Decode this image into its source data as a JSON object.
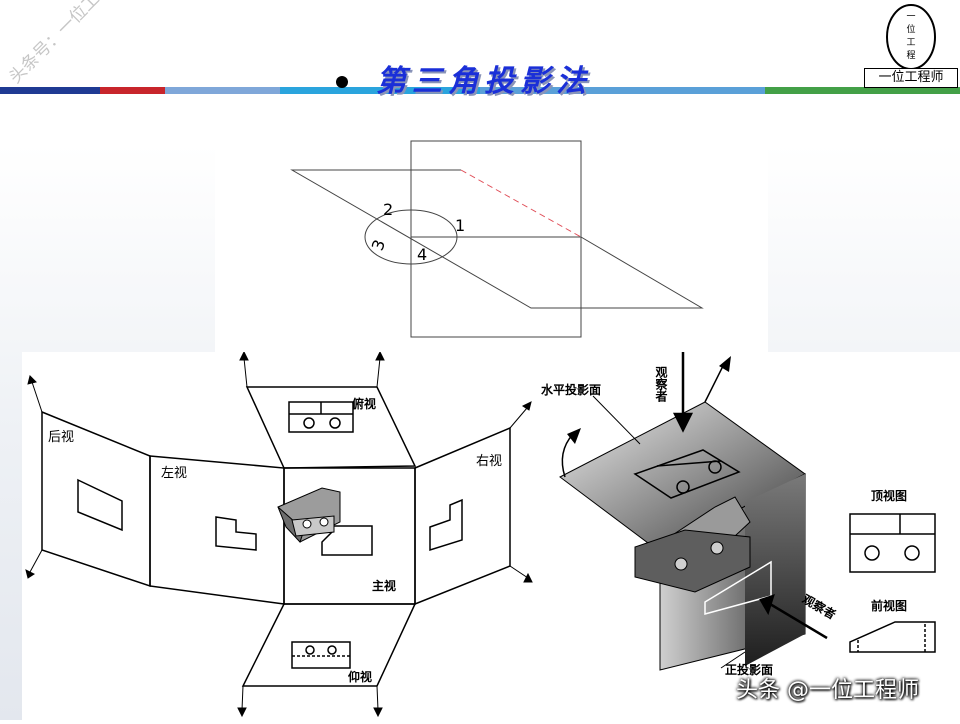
{
  "slide": {
    "title": "第三角投影法",
    "logo_text": "一位工程师",
    "logo_inner": [
      "一",
      "位",
      "工",
      "程"
    ],
    "watermark": "头条号：一位工程师",
    "credit": "头条 @一位工程师"
  },
  "colors": {
    "title": "#1a2fd8",
    "stripe": [
      "#1f3a93",
      "#c8252b",
      "#7fa7d9",
      "#2aa4dd",
      "#5aa0d8",
      "#43a047"
    ]
  },
  "diagram_top": {
    "quadrants": [
      "1",
      "2",
      "3",
      "4"
    ]
  },
  "diagram_left": {
    "views": {
      "back": "后视",
      "left": "左视",
      "top": "俯视",
      "right": "右视",
      "front": "主视",
      "bottom": "仰视"
    }
  },
  "diagram_right": {
    "labels": {
      "observer_top": "观察者",
      "horizontal_plane": "水平投影面",
      "top_view": "顶视图",
      "front_view": "前视图",
      "observer_front": "观察者",
      "frontal_plane": "正投影面"
    }
  }
}
